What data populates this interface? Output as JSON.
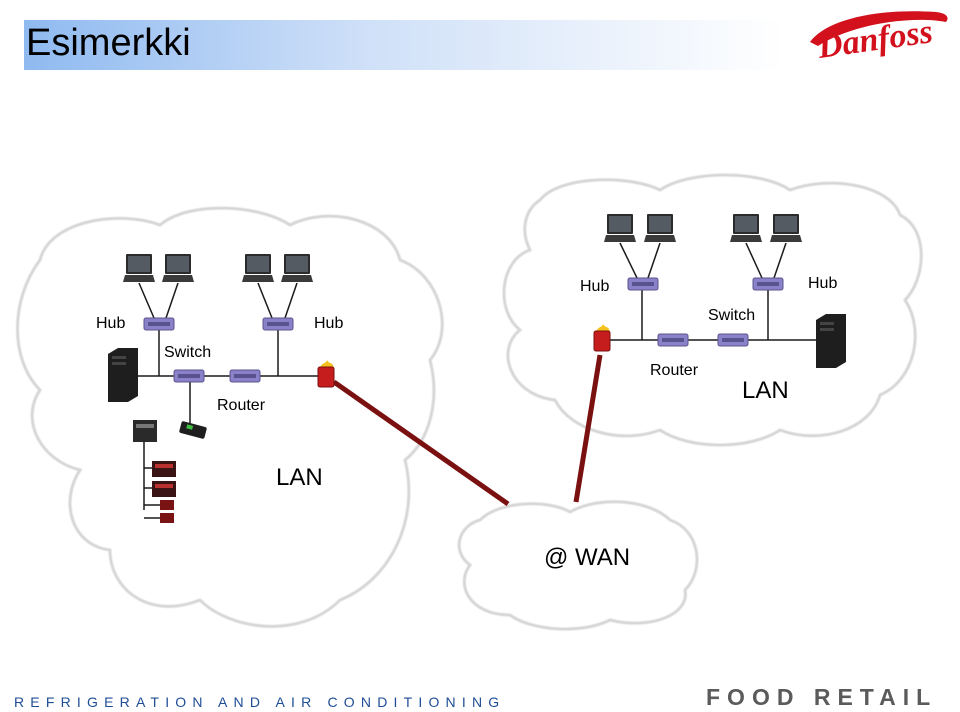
{
  "header": {
    "title": "Esimerkki",
    "logo_text": "Danfoss"
  },
  "footer": {
    "left": "REFRIGERATION AND AIR CONDITIONING",
    "right": "FOOD RETAIL"
  },
  "lan_left": {
    "hub_1": "Hub",
    "hub_2": "Hub",
    "switch": "Switch",
    "router": "Router",
    "cloud_label": "LAN"
  },
  "lan_right": {
    "hub_1": "Hub",
    "hub_2": "Hub",
    "switch": "Switch",
    "router": "Router",
    "cloud_label": "LAN"
  },
  "wan": {
    "cloud_label": "@ WAN"
  },
  "colors": {
    "link": "#7a1010",
    "hub": "#8a82c8",
    "cloud_stroke": "#d6d6d6",
    "cloud_fill": "#ffffff",
    "title_gradient": "#8fbaf0",
    "footer_left": "#1f4e96",
    "footer_right": "#5b5b5b",
    "logo_red": "#d2111d"
  },
  "icons": [
    "laptop-icon",
    "hub-icon",
    "server-icon",
    "firewall-icon",
    "controller-icon"
  ]
}
